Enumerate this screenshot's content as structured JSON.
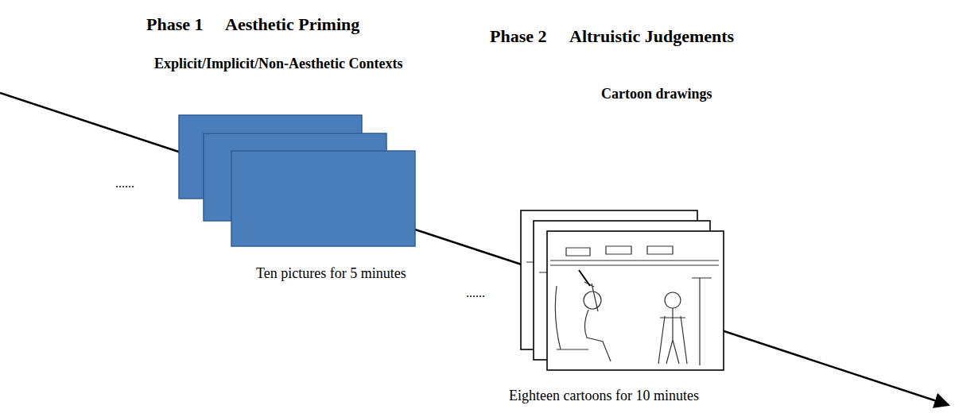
{
  "diagram": {
    "labels": [
      "Phase 1",
      "Aesthetic Priming",
      "Explicit/Implicit/Non-Aesthetic Contexts",
      "......",
      "Ten pictures for 5 minutes",
      "Phase 2",
      "Altruistic Judgements",
      "Cartoon drawings",
      "......",
      "Eighteen cartoons for 10 minutes"
    ]
  }
}
